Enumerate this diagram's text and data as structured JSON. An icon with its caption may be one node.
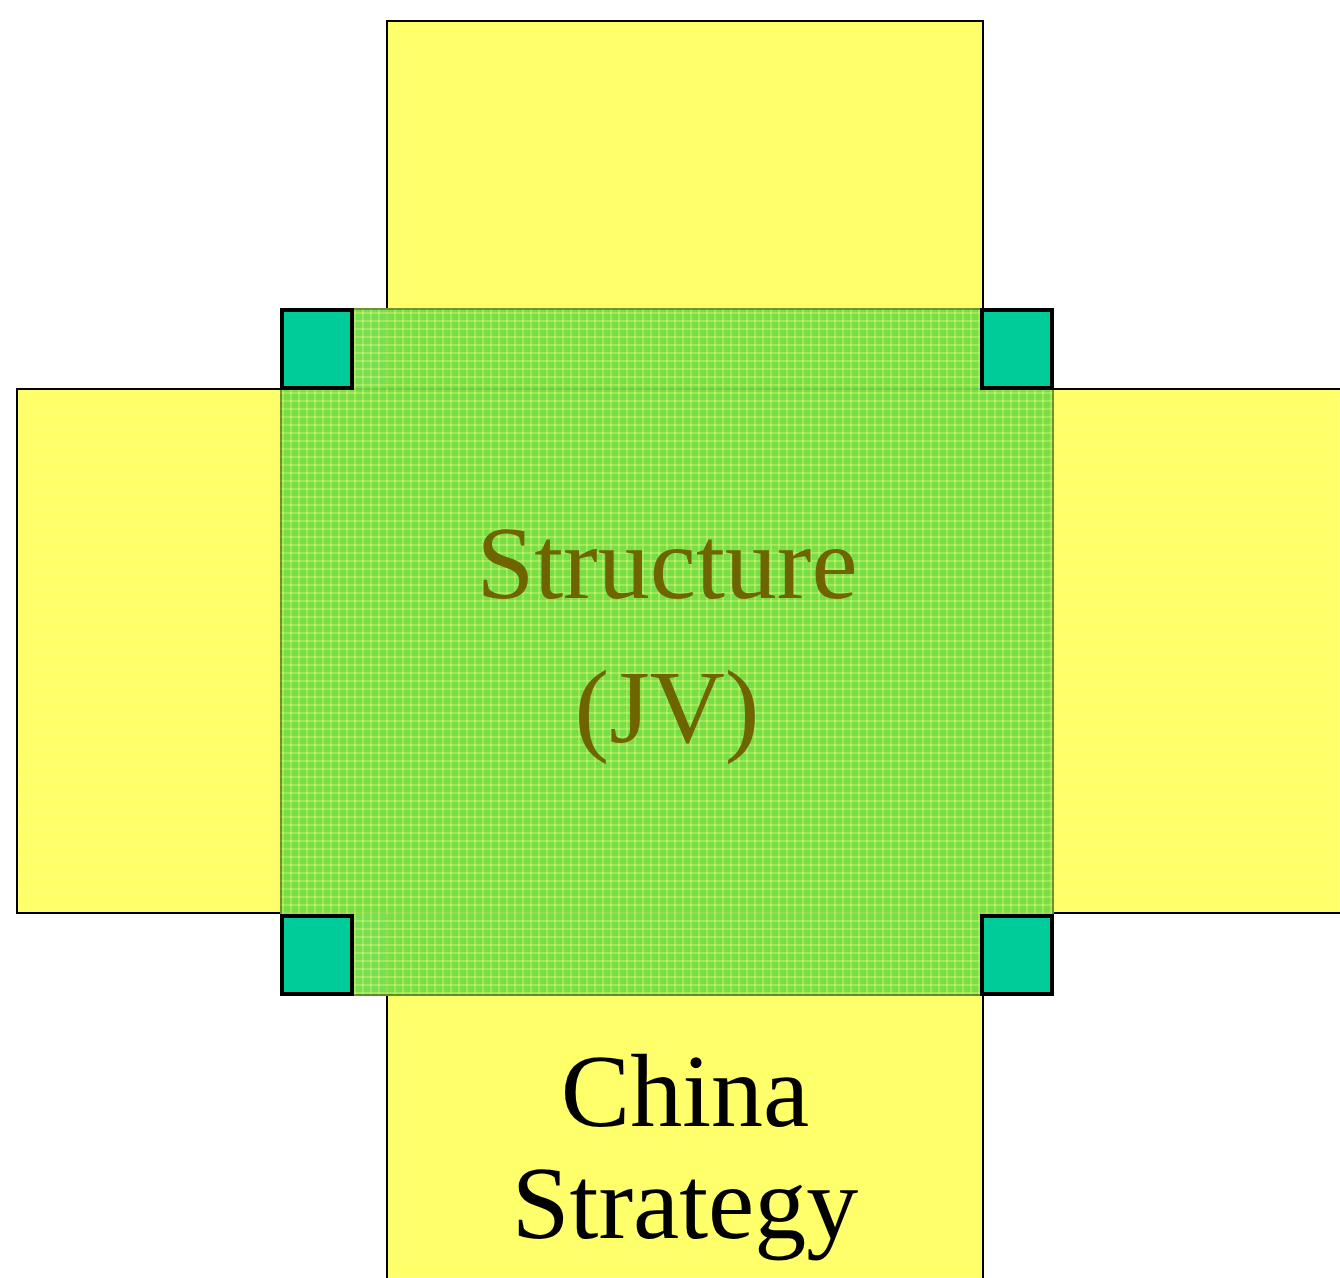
{
  "diagram": {
    "nodes": [
      {
        "text": [
          "China Strategy"
        ]
      },
      {
        "text": [],
        "shape": "box"
      },
      {
        "text": [
          "Structure (JV)"
        ]
      }
    ]
  }
}
